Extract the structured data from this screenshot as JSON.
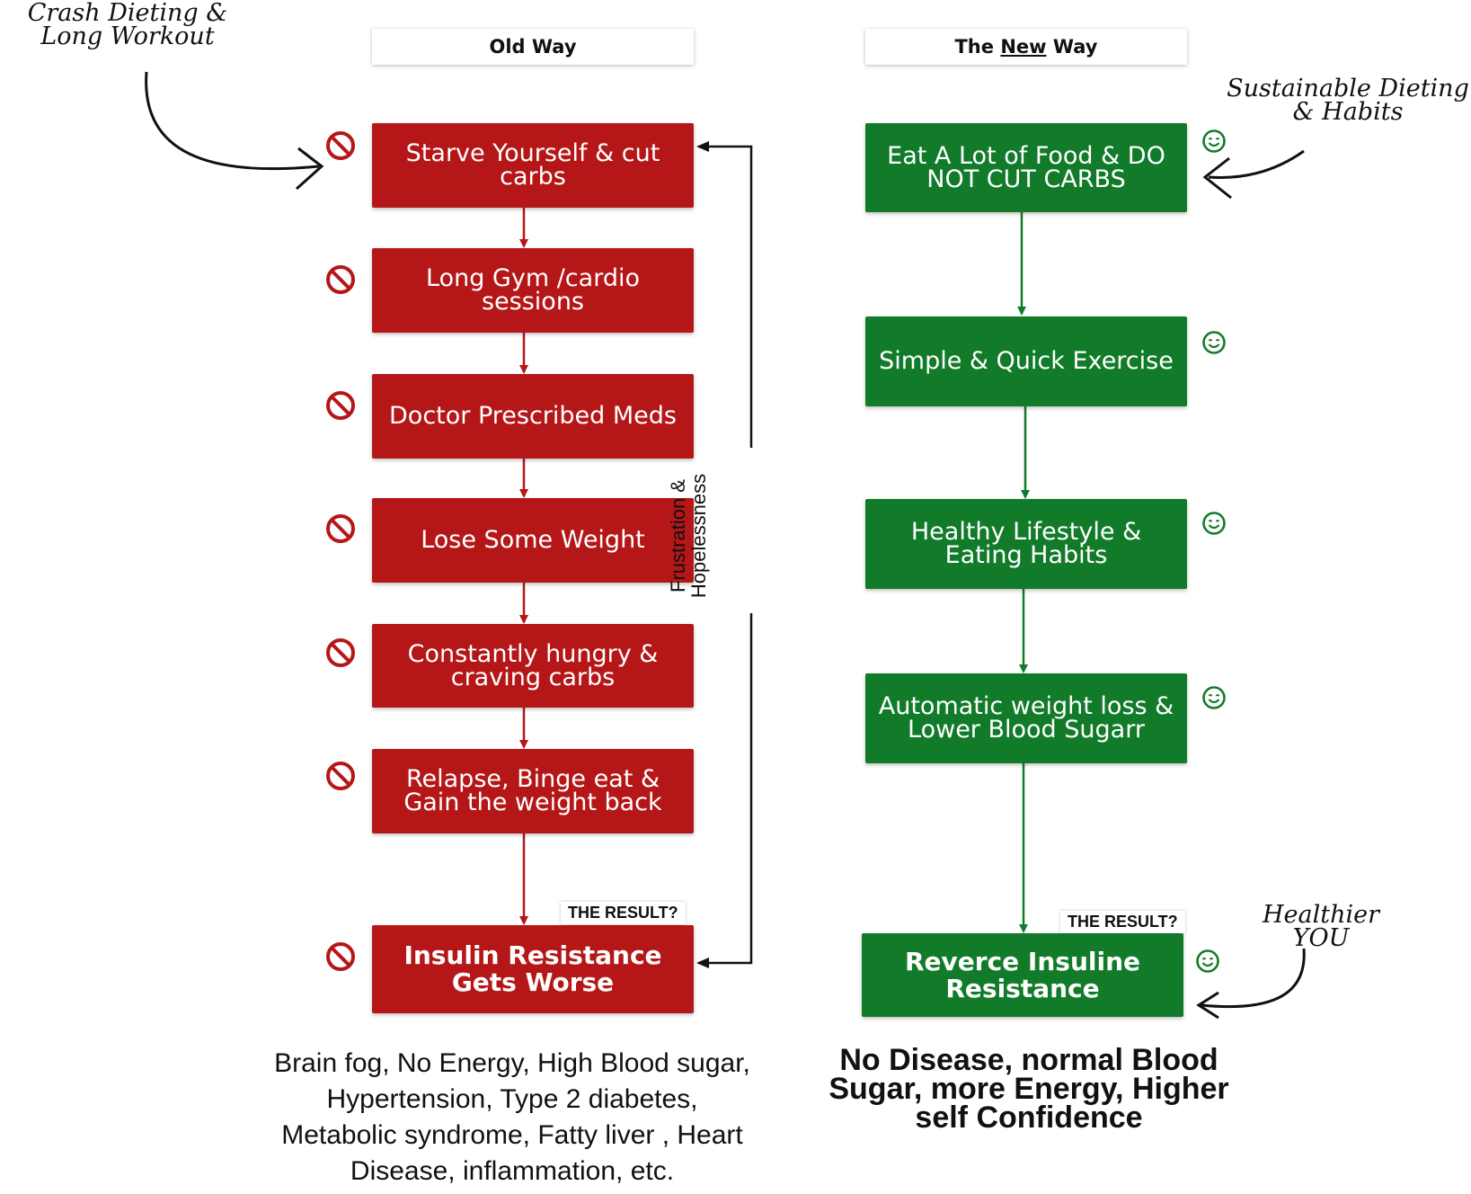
{
  "headers": {
    "old": "Old Way",
    "new_prefix": "The ",
    "new_emph": "New",
    "new_suffix": " Way"
  },
  "old_steps": [
    "Starve Yourself & cut carbs",
    "Long Gym /cardio sessions",
    "Doctor Prescribed Meds",
    "Lose Some Weight",
    "Constantly hungry & craving carbs",
    "Relapse, Binge eat & Gain the weight back"
  ],
  "old_result": "Insulin Resistance Gets Worse",
  "new_steps": [
    "Eat A Lot of Food & DO NOT CUT CARBS",
    "Simple & Quick Exercise",
    "Healthy Lifestyle & Eating Habits",
    "Automatic weight loss & Lower Blood Sugarr"
  ],
  "new_result": "Reverce Insuline Resistance",
  "result_tag": "THE RESULT?",
  "loop_label": "Frustration & Hopelessness",
  "notes": {
    "top_left": "Crash Dieting & Long Workout",
    "top_right": "Sustainable Dieting & Habits",
    "bottom_right": "Healthier YOU"
  },
  "outcomes": {
    "old": "Brain fog, No Energy, High Blood sugar, Hypertension, Type 2 diabetes, Metabolic syndrome, Fatty liver , Heart Disease, inflammation, etc.",
    "new": "No Disease, normal Blood Sugar, more Energy, Higher self Confidence"
  },
  "icons": {
    "old": "no-sign-icon",
    "new": "smiley-icon"
  },
  "colors": {
    "old_box": "#b51718",
    "new_box": "#127b2a",
    "connector_old": "#b51718",
    "connector_new": "#127b2a",
    "loop_line": "#111111"
  }
}
